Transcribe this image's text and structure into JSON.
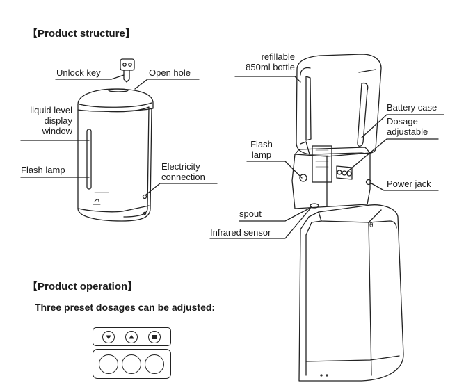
{
  "headings": {
    "structure": "【Product structure】",
    "operation": "【Product operation】",
    "operation_subtitle": "Three preset dosages can be adjusted:"
  },
  "labels": {
    "unlock_key": "Unlock key",
    "open_hole": "Open hole",
    "liquid_level": [
      "liquid level",
      "display",
      "window"
    ],
    "flash_lamp_left": "Flash lamp",
    "electricity": [
      "Electricity",
      "connection"
    ],
    "bottle": [
      "refillable",
      "850ml bottle"
    ],
    "battery_case": "Battery case",
    "dosage": [
      "Dosage",
      "adjustable"
    ],
    "flash_lamp_right": [
      "Flash",
      "lamp"
    ],
    "power_jack": "Power jack",
    "spout": "spout",
    "infrared_sensor": "Infrared sensor"
  },
  "control_panel": {
    "top_buttons": [
      "down-triangle",
      "up-triangle",
      "square"
    ],
    "bottom_buttons": [
      "circle",
      "circle",
      "circle"
    ]
  }
}
